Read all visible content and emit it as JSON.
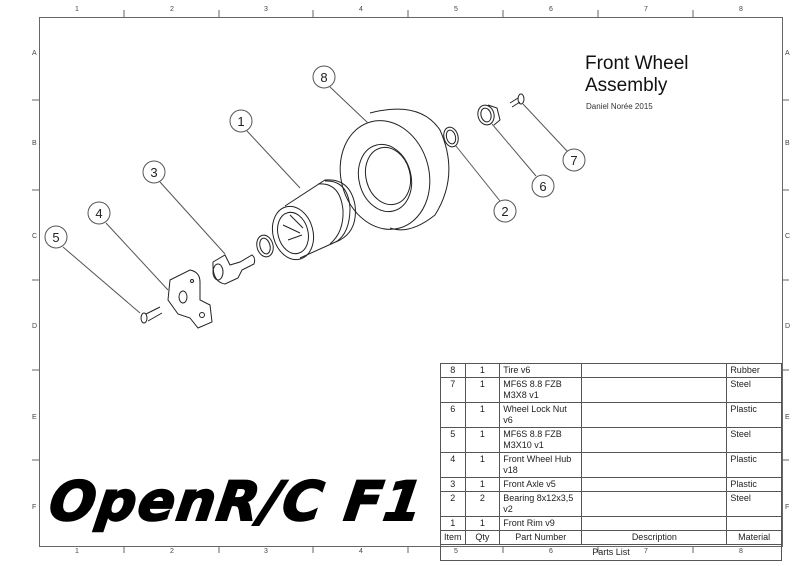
{
  "title": {
    "line1": "Front Wheel",
    "line2": "Assembly"
  },
  "author": "Daniel Norée 2015",
  "logo_text": "OpenR/C F1",
  "zones": {
    "columns": [
      "1",
      "2",
      "3",
      "4",
      "5",
      "6",
      "7",
      "8"
    ],
    "rows": [
      "A",
      "B",
      "C",
      "D",
      "E",
      "F"
    ]
  },
  "balloons": [
    "8",
    "1",
    "3",
    "4",
    "5",
    "2",
    "6",
    "7"
  ],
  "parts_list": {
    "caption": "Parts List",
    "headers": {
      "item": "Item",
      "qty": "Qty",
      "part": "Part Number",
      "desc": "Description",
      "material": "Material"
    },
    "rows": [
      {
        "item": "8",
        "qty": "1",
        "part": "Tire v6",
        "desc": "",
        "material": "Rubber"
      },
      {
        "item": "7",
        "qty": "1",
        "part": "MF6S 8.8 FZB M3X8 v1",
        "desc": "",
        "material": "Steel"
      },
      {
        "item": "6",
        "qty": "1",
        "part": "Wheel Lock Nut v6",
        "desc": "",
        "material": "Plastic"
      },
      {
        "item": "5",
        "qty": "1",
        "part": "MF6S 8.8 FZB M3X10 v1",
        "desc": "",
        "material": "Steel"
      },
      {
        "item": "4",
        "qty": "1",
        "part": "Front Wheel Hub v18",
        "desc": "",
        "material": "Plastic"
      },
      {
        "item": "3",
        "qty": "1",
        "part": "Front Axle v5",
        "desc": "",
        "material": "Plastic"
      },
      {
        "item": "2",
        "qty": "2",
        "part": "Bearing 8x12x3,5 v2",
        "desc": "",
        "material": "Steel"
      },
      {
        "item": "1",
        "qty": "1",
        "part": "Front Rim v9",
        "desc": "",
        "material": ""
      }
    ]
  }
}
